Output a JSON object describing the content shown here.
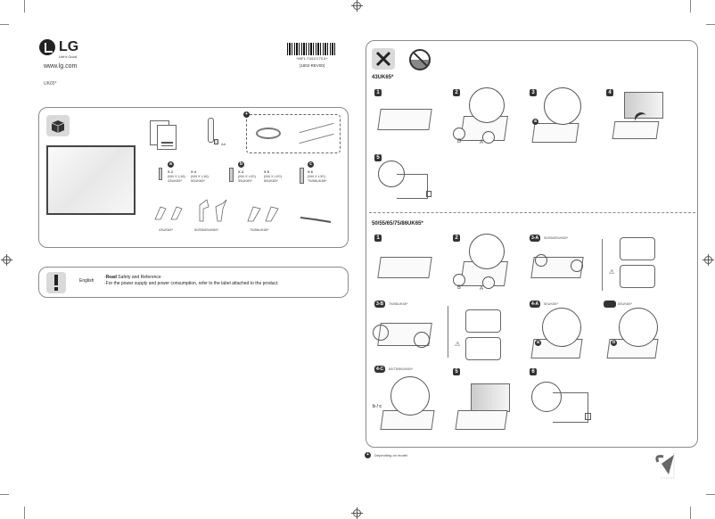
{
  "page": {
    "brand": "LG",
    "tagline": "Life's Good",
    "website": "www.lg.com",
    "model": "UK65*",
    "barcode": {
      "number": "*MFL70522703*",
      "code": "(1802-REV00)"
    }
  },
  "accessories": {
    "section_icon": "box-icon",
    "items": [
      "manual",
      "remote-and-batteries",
      "cables-optional"
    ],
    "battery_label": "AA",
    "optional_marker": "plus-icon",
    "screws": [
      {
        "badge": "a",
        "qty1": "X 2",
        "size1": "(M4 X L16)",
        "model1": "43UK65*",
        "qty2": "X 4",
        "size2": "(M4 X L16)",
        "model2": "50UK65*"
      },
      {
        "badge": "b",
        "qty1": "X 4",
        "size1": "(M4 X L20)",
        "model1": "55UK65*",
        "qty2": "X 6",
        "size2": "(M4 X L20)",
        "model2": "65UK65*"
      },
      {
        "badge": "c",
        "qty1": "X 6",
        "size1": "(M4 X L30)",
        "model1": "75/86UK65*"
      }
    ],
    "stands": [
      {
        "label": "43UK65*"
      },
      {
        "label": "50/55/65UK65*"
      },
      {
        "label": "75/86UK65*"
      }
    ]
  },
  "notice": {
    "icon": "exclamation-icon",
    "language": "English",
    "line1_bold": "Read",
    "line1_rest": " Safety and Reference",
    "line2": "For the power supply and power consumption, refer to the label attached to the product."
  },
  "assembly": {
    "tools_icon": "tools-icon",
    "no_water_icon": "no-liquid-icon",
    "section1": {
      "title": "43UK65*",
      "steps": [
        {
          "num": "1"
        },
        {
          "num": "2",
          "labels": [
            "B",
            "A"
          ]
        },
        {
          "num": "3",
          "badge": "a"
        },
        {
          "num": "4"
        },
        {
          "num": "5"
        }
      ]
    },
    "section2": {
      "title": "50/55/65/75/86UK65*",
      "steps": [
        {
          "num": "1"
        },
        {
          "num": "2",
          "labels": [
            "B",
            "A"
          ]
        },
        {
          "num": "3-A",
          "sub": "50/55/65UK65*"
        },
        {
          "num": "3-B",
          "sub": "75/86UK65*"
        },
        {
          "num": "4-A",
          "sub": "50UK65*",
          "badge": "a"
        },
        {
          "num": "4-B",
          "sub": "55UK65*",
          "badge": "b"
        },
        {
          "num": "4-C",
          "sub": "65/75/86UK65*",
          "badge": "b / c"
        },
        {
          "num": "5"
        },
        {
          "num": "6"
        }
      ]
    }
  },
  "footer": {
    "note": "Depending on model",
    "note_icon": "plus-icon",
    "page_turn_icon": "page-turn-icon"
  }
}
